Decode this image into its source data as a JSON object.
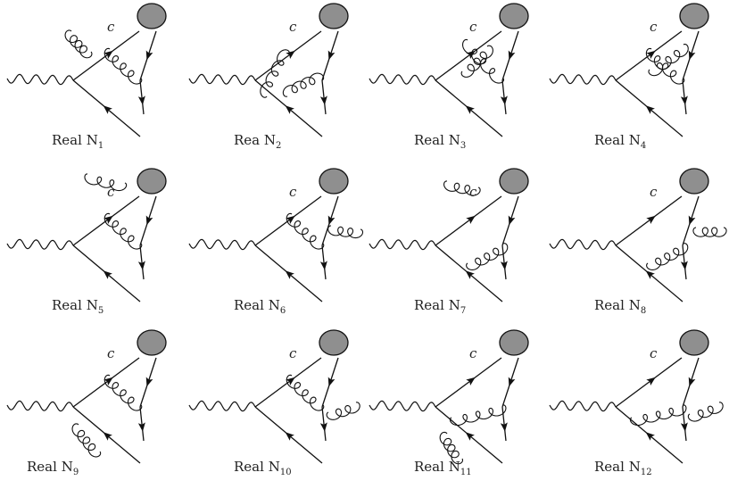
{
  "panels": [
    {
      "caption": "Real",
      "sub": "1",
      "c_label": "c"
    },
    {
      "caption": "Rea",
      "sub": "2",
      "c_label": "c"
    },
    {
      "caption": "Real",
      "sub": "3",
      "c_label": "c"
    },
    {
      "caption": "Real",
      "sub": "4",
      "c_label": "c"
    },
    {
      "caption": "Real",
      "sub": "5",
      "c_label": "c"
    },
    {
      "caption": "Real",
      "sub": "6",
      "c_label": "c"
    },
    {
      "caption": "Real",
      "sub": "7",
      "c_label": "c"
    },
    {
      "caption": "Real",
      "sub": "8",
      "c_label": "c"
    },
    {
      "caption": "Real",
      "sub": "9",
      "c_label": "c"
    },
    {
      "caption": "Real",
      "sub": "10",
      "c_label": "c"
    },
    {
      "caption": "Real",
      "sub": "11",
      "c_label": "c"
    },
    {
      "caption": "Real",
      "sub": "12",
      "c_label": "c"
    }
  ],
  "colors": {
    "blob": "#8f8f8f",
    "line": "#111111"
  }
}
